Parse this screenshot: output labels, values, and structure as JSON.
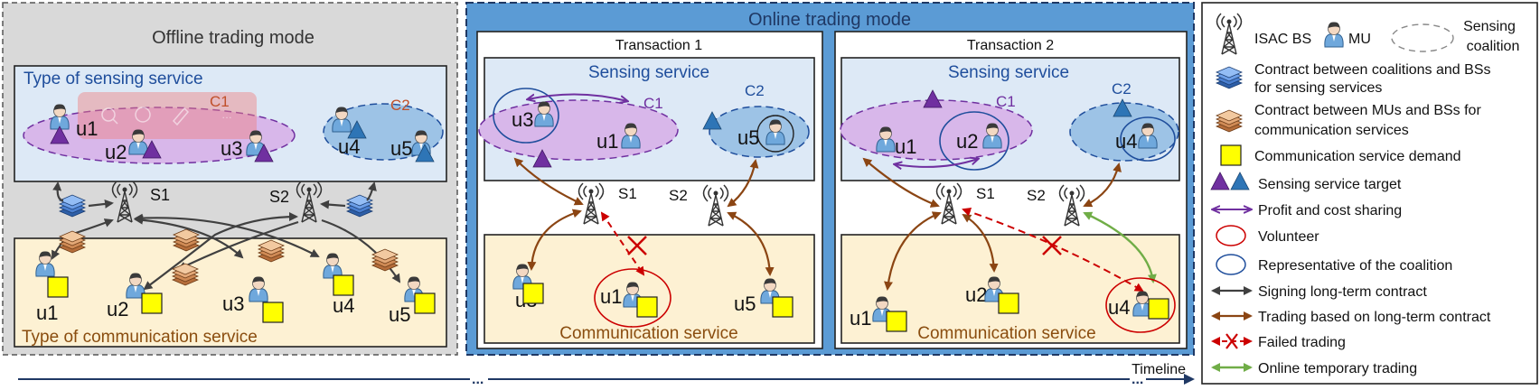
{
  "offline": {
    "title": "Offline trading mode",
    "sensing_label": "Type of sensing service",
    "comm_label": "Type of communication service",
    "c1": "C1",
    "c2": "C2",
    "s1": "S1",
    "s2": "S2",
    "sensing_users": [
      "u1",
      "u2",
      "u3",
      "u4",
      "u5"
    ],
    "comm_users": [
      "u1",
      "u2",
      "u3",
      "u4",
      "u5"
    ]
  },
  "online": {
    "title": "Online trading mode",
    "transaction1": {
      "title": "Transaction 1",
      "sensing_label": "Sensing service",
      "comm_label": "Communication service",
      "c1": "C1",
      "c2": "C2",
      "s1": "S1",
      "s2": "S2",
      "sensing_users": [
        "u3",
        "u1",
        "u5"
      ],
      "comm_users": [
        "u3",
        "u1",
        "u5"
      ]
    },
    "transaction2": {
      "title": "Transaction 2",
      "sensing_label": "Sensing service",
      "comm_label": "Communication service",
      "c1": "C1",
      "c2": "C2",
      "s1": "S1",
      "s2": "S2",
      "sensing_users": [
        "u1",
        "u2",
        "u4"
      ],
      "comm_users": [
        "u1",
        "u2",
        "u4"
      ]
    }
  },
  "timeline": {
    "label": "Timeline",
    "dots_left": "...",
    "dots_right": "..."
  },
  "legend": {
    "isac_bs": "ISAC BS",
    "mu": "MU",
    "sensing_coalition": [
      "Sensing",
      "coalition"
    ],
    "contract_coalitions": [
      "Contract between coalitions and BSs",
      "for sensing services"
    ],
    "contract_mus": [
      "Contract between MUs and BSs for",
      "communication services"
    ],
    "comm_demand": "Communication service demand",
    "sensing_target": "Sensing service target",
    "profit_sharing": "Profit and cost sharing",
    "volunteer": "Volunteer",
    "representative": "Representative of the coalition",
    "signing": "Signing long-term contract",
    "trading_long": "Trading based on long-term contract",
    "failed": "Failed trading",
    "online_temp": "Online temporary trading"
  },
  "colors": {
    "offline_bg": "#d9d9d9",
    "online_bg": "#5b9bd5",
    "sensing_panel": "#dde9f6",
    "comm_panel": "#fdf1d3",
    "c1_fill": "#d8b7ea",
    "c2_fill": "#9dc3e6",
    "sense_label": "#1f4e9c",
    "comm_label": "#8a4d0f",
    "purple": "#7030a0",
    "brown": "#8b4513",
    "red": "#cc0000",
    "green": "#70ad47",
    "dark_arrow": "#404040",
    "square": "#ffff00",
    "triangle_purple": "#7030a0",
    "triangle_blue": "#2e75b6"
  },
  "icons": {
    "bs": "antenna-tower-icon",
    "mu": "user-person-icon",
    "contract_blue": "stacked-blue-document-icon",
    "contract_brown": "stacked-brown-document-icon"
  }
}
